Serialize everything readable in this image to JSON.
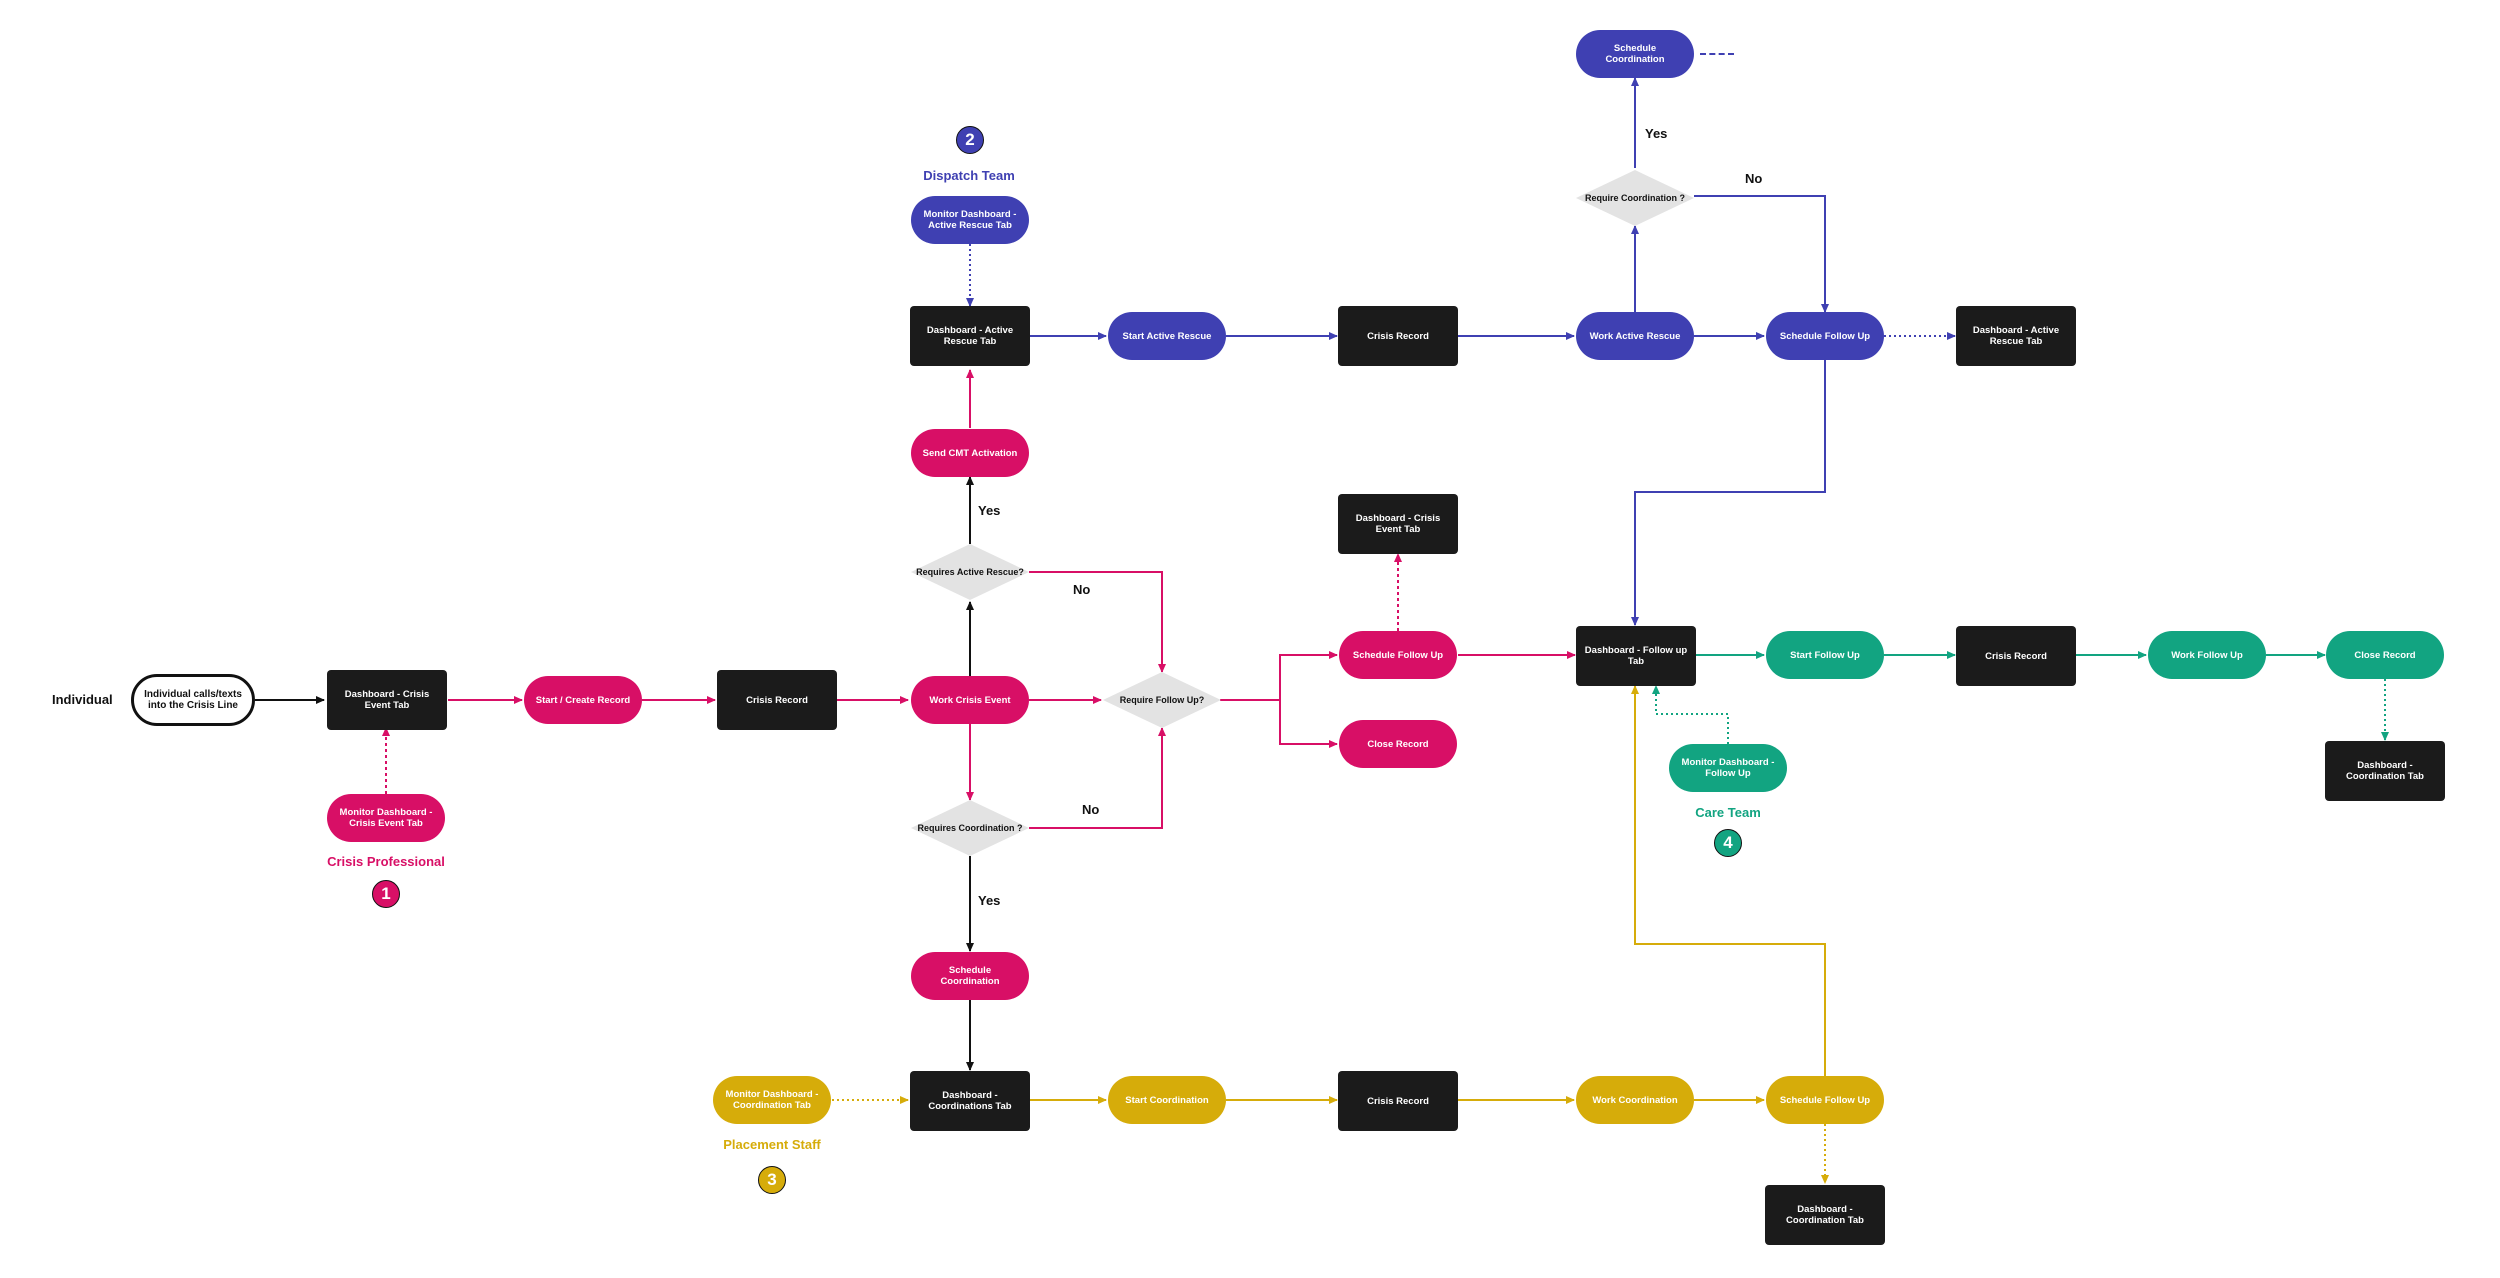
{
  "actors": {
    "individual": "Individual"
  },
  "teams": {
    "crisis": {
      "name": "Crisis Professional",
      "number": "1",
      "color": "#d80f66"
    },
    "dispatch": {
      "name": "Dispatch Team",
      "number": "2",
      "color": "#3f40b2"
    },
    "placement": {
      "name": "Placement Staff",
      "number": "3",
      "color": "#d6ac0a"
    },
    "care": {
      "name": "Care Team",
      "number": "4",
      "color": "#12a481"
    }
  },
  "nodes": {
    "start_call": "Individual calls/texts into the Crisis Line",
    "dash_crisis_event": "Dashboard - Crisis Event Tab",
    "monitor_crisis_event": "Monitor Dashboard - Crisis Event Tab",
    "start_create_record": "Start / Create Record",
    "crisis_record_1": "Crisis Record",
    "work_crisis_event": "Work Crisis Event",
    "requires_active_rescue": "Requires Active Rescue?",
    "requires_coordination_1": "Requires Coordination ?",
    "send_cmt_activation": "Send CMT Activation",
    "schedule_coordination_1": "Schedule Coordination",
    "require_follow_up": "Require Follow Up?",
    "schedule_follow_up_1": "Schedule Follow Up",
    "close_record_1": "Close Record",
    "dash_crisis_event_2": "Dashboard - Crisis Event Tab",
    "monitor_active_rescue": "Monitor Dashboard - Active Rescue Tab",
    "dash_active_rescue": "Dashboard - Active Rescue Tab",
    "start_active_rescue": "Start Active Rescue",
    "crisis_record_2": "Crisis Record",
    "work_active_rescue": "Work Active Rescue",
    "require_coordination_2": "Require Coordination ?",
    "schedule_coordination_2": "Schedule Coordination",
    "schedule_follow_up_2": "Schedule Follow Up",
    "dash_active_rescue_2": "Dashboard - Active Rescue Tab",
    "dash_follow_up": "Dashboard - Follow up Tab",
    "monitor_follow_up": "Monitor Dashboard - Follow Up",
    "start_follow_up": "Start Follow Up",
    "crisis_record_4": "Crisis Record",
    "work_follow_up": "Work Follow Up",
    "close_record_2": "Close Record",
    "dash_coordination_4": "Dashboard - Coordination Tab",
    "monitor_coordination": "Monitor Dashboard - Coordination Tab",
    "dash_coordinations": "Dashboard - Coordinations Tab",
    "start_coordination": "Start Coordination",
    "crisis_record_3": "Crisis Record",
    "work_coordination": "Work Coordination",
    "schedule_follow_up_3": "Schedule Follow Up",
    "dash_coordination_3": "Dashboard - Coordination Tab"
  },
  "edge_labels": {
    "yes_active_rescue": "Yes",
    "no_active_rescue": "No",
    "no_coordination": "No",
    "yes_coordination": "Yes",
    "yes_coordination_2": "Yes",
    "no_coordination_2": "No"
  },
  "colors": {
    "crisis": "#d80f66",
    "dispatch": "#3f40b2",
    "care": "#12a481",
    "placement": "#d6ac0a",
    "neutral": "#111111",
    "record": "#1b1b1b",
    "decision": "#e3e3e3"
  }
}
